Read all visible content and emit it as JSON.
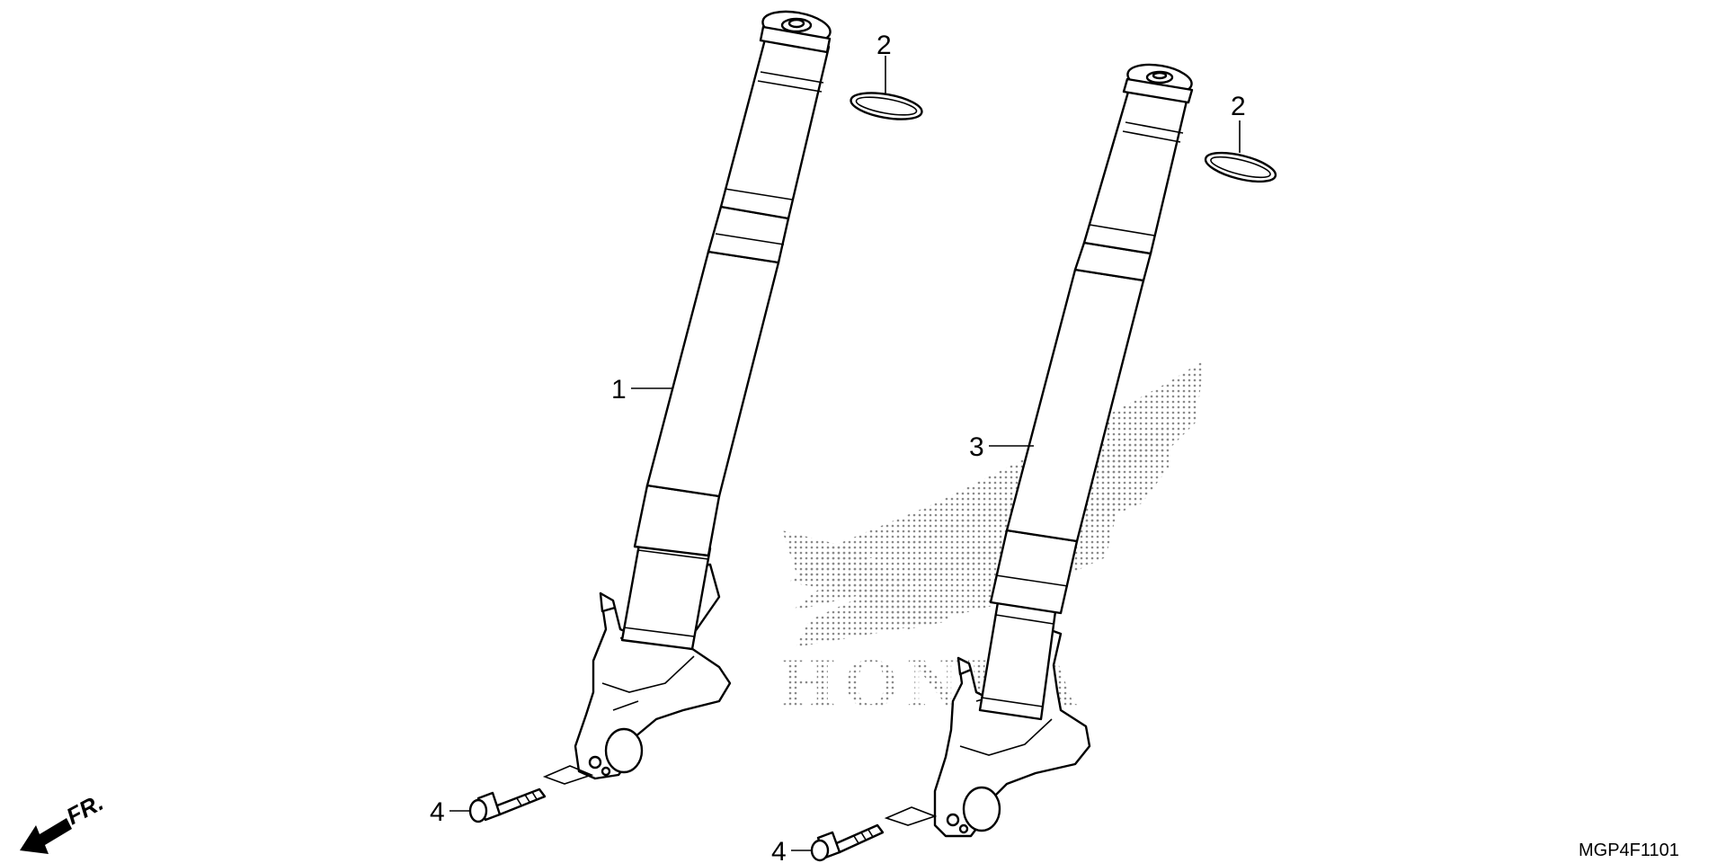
{
  "callouts": {
    "fork_left": "1",
    "ring_left": "2",
    "ring_right": "2",
    "fork_right": "3",
    "bolt_left": "4",
    "bolt_right": "4"
  },
  "watermark": {
    "text": "HONDA",
    "icon": "honda-wing-logo"
  },
  "direction": {
    "label": "FR.",
    "icon": "front-direction-arrow"
  },
  "diagram_code": "MGP4F1101",
  "colors": {
    "line": "#000000",
    "background": "#ffffff",
    "watermark_dots": "#8a8a8a"
  }
}
